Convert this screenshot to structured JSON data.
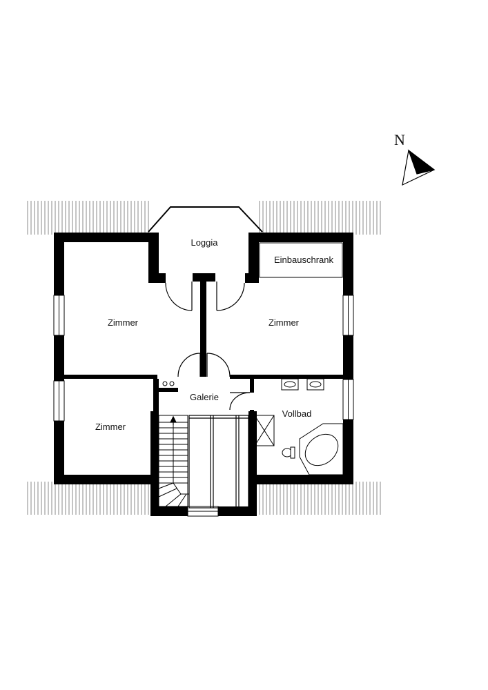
{
  "rooms": {
    "loggia": "Loggia",
    "einbauschrank": "Einbauschrank",
    "zimmer_nw": "Zimmer",
    "zimmer_ne": "Zimmer",
    "zimmer_sw": "Zimmer",
    "galerie": "Galerie",
    "vollbad": "Vollbad"
  },
  "compass": {
    "label": "N"
  },
  "colors": {
    "wall": "#000000",
    "line": "#111111",
    "background": "#ffffff"
  }
}
